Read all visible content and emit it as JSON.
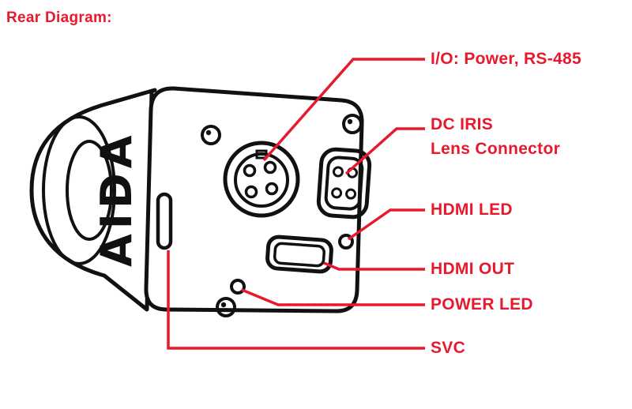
{
  "title": "Rear Diagram:",
  "colors": {
    "accent_red": "#e8192d",
    "line_black": "#111111",
    "background": "#ffffff"
  },
  "camera": {
    "brand_text": "AIDA"
  },
  "callouts": {
    "io": "I/O: Power, RS-485",
    "dc_iris_line1": "DC IRIS",
    "dc_iris_line2": "Lens Connector",
    "hdmi_led": "HDMI LED",
    "hdmi_out": "HDMI OUT",
    "power_led": "POWER LED",
    "svc": "SVC"
  }
}
